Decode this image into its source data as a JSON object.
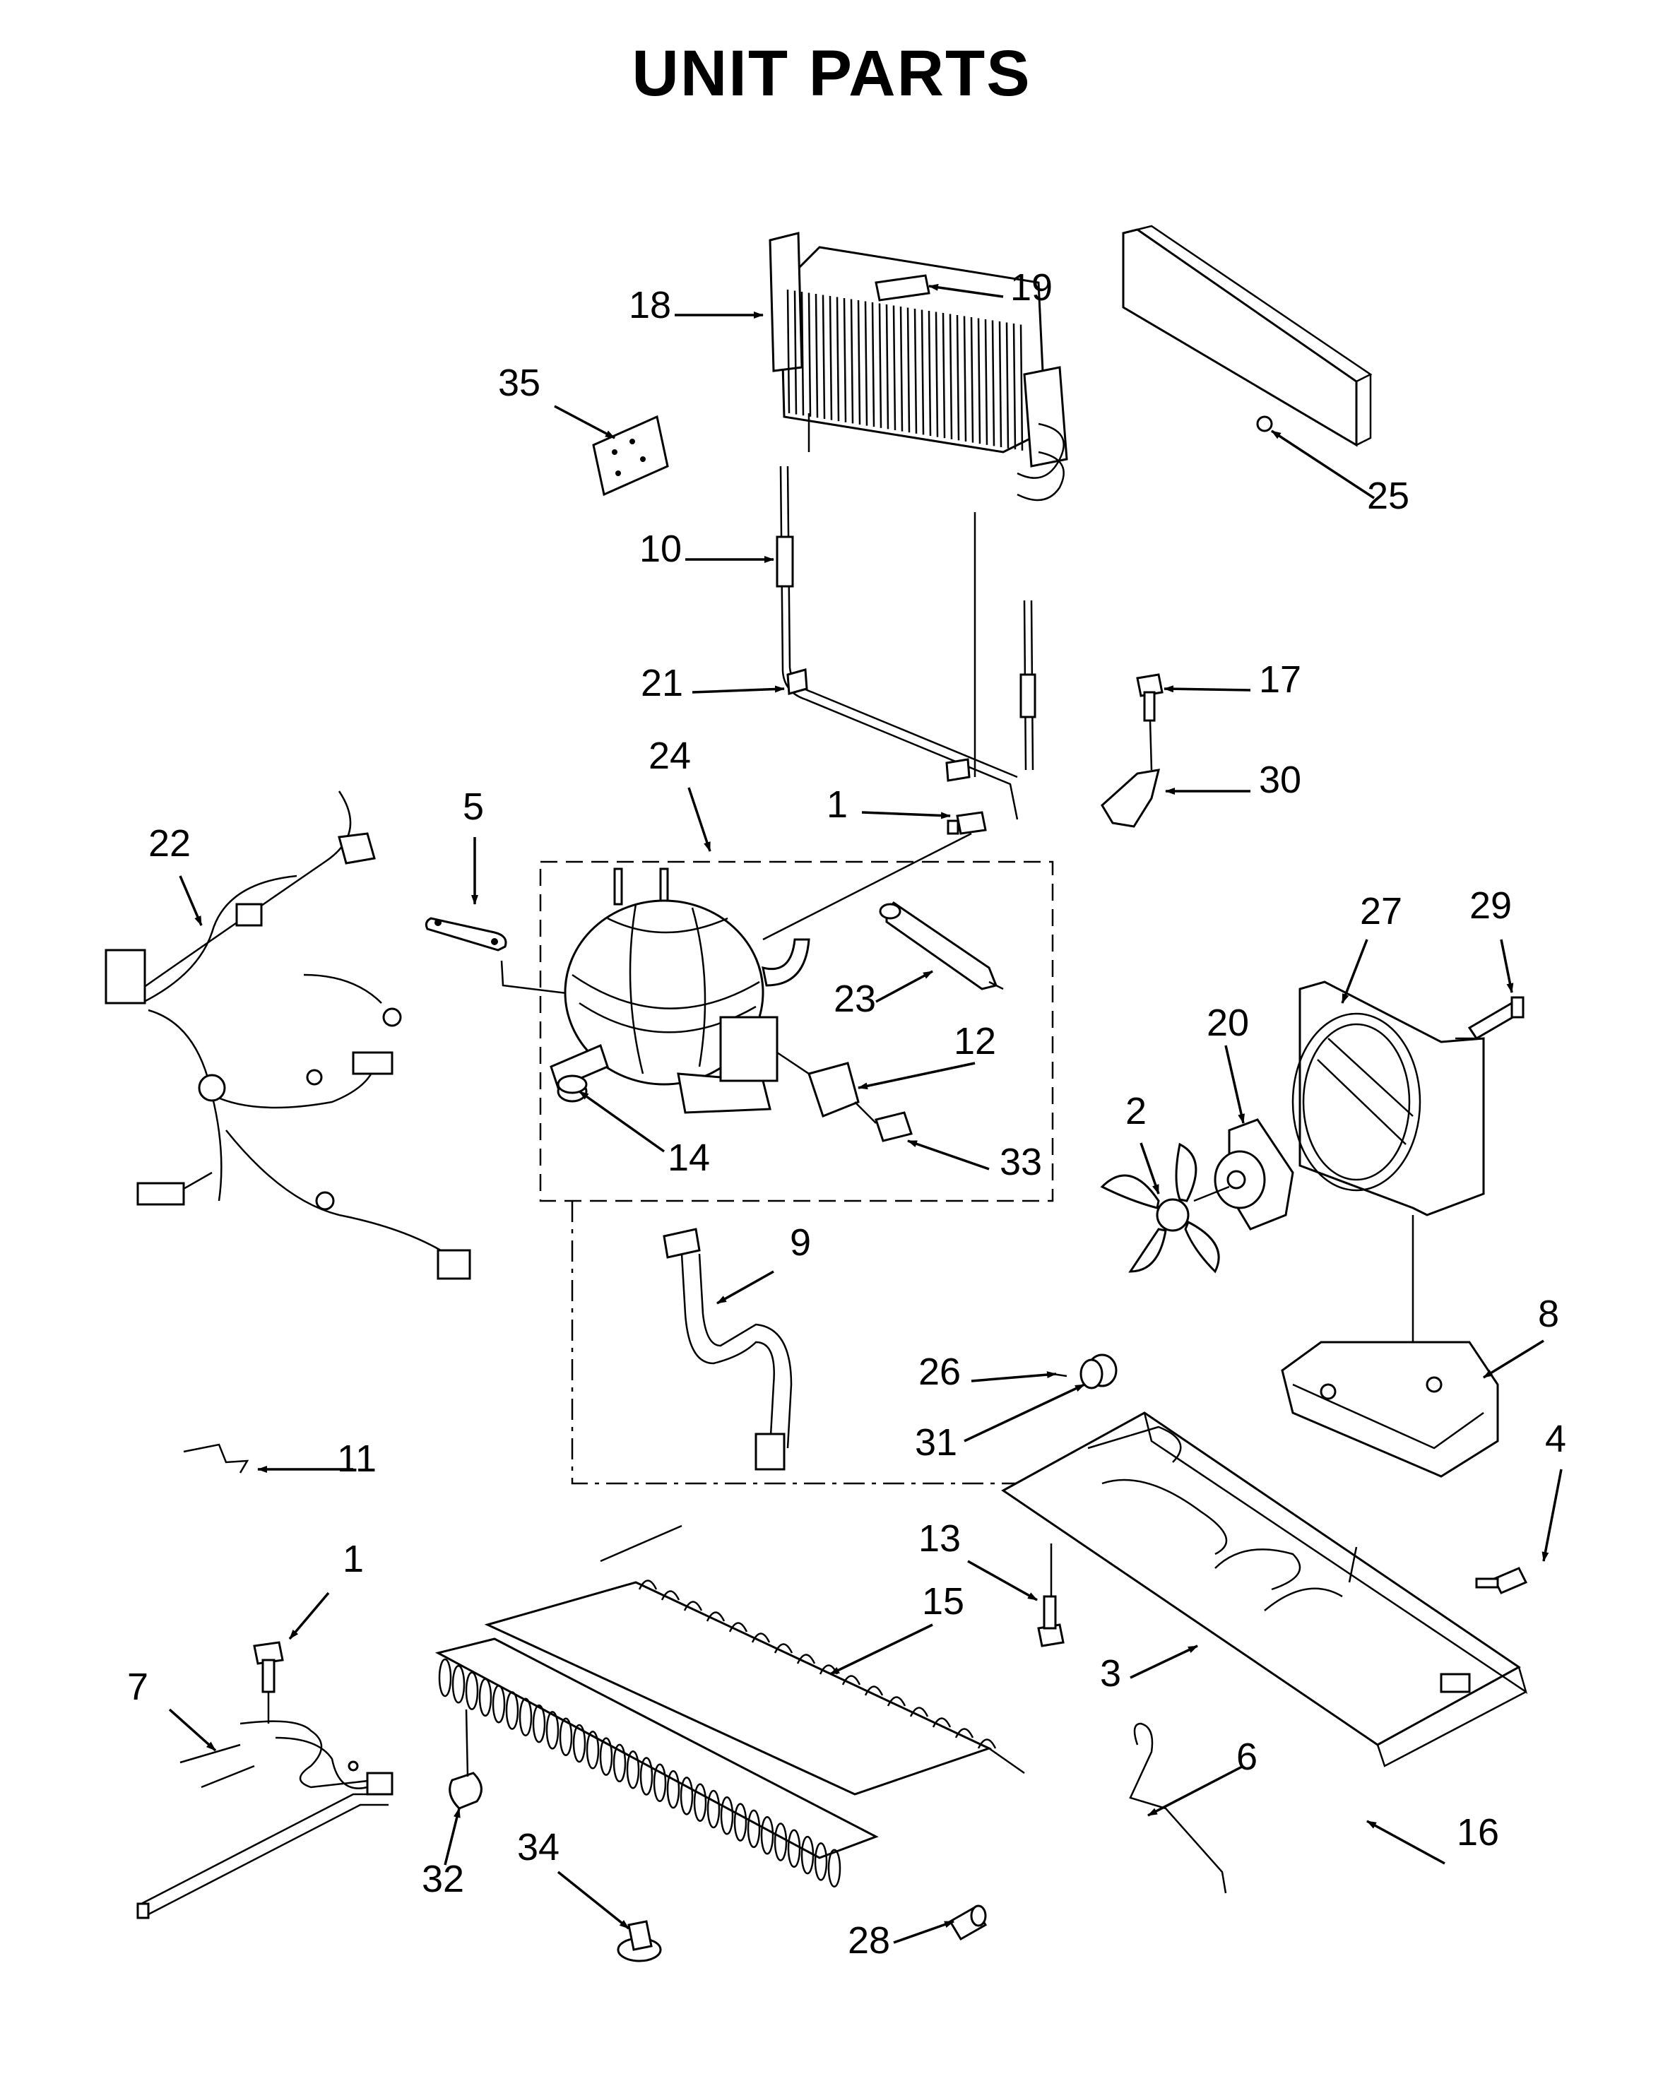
{
  "title": "UNIT PARTS",
  "callouts": [
    "1",
    "1",
    "2",
    "3",
    "4",
    "5",
    "6",
    "7",
    "8",
    "9",
    "10",
    "11",
    "12",
    "13",
    "14",
    "15",
    "16",
    "17",
    "18",
    "19",
    "20",
    "21",
    "22",
    "23",
    "24",
    "25",
    "26",
    "27",
    "28",
    "29",
    "30",
    "31",
    "32",
    "33",
    "34",
    "35"
  ],
  "icons": {
    "evaporator": "evaporator-coil",
    "compressor": "compressor",
    "condenser": "condenser-coil",
    "fan": "fan-blade",
    "motor": "fan-motor",
    "shroud": "fan-shroud",
    "base": "unit-base-plate"
  }
}
